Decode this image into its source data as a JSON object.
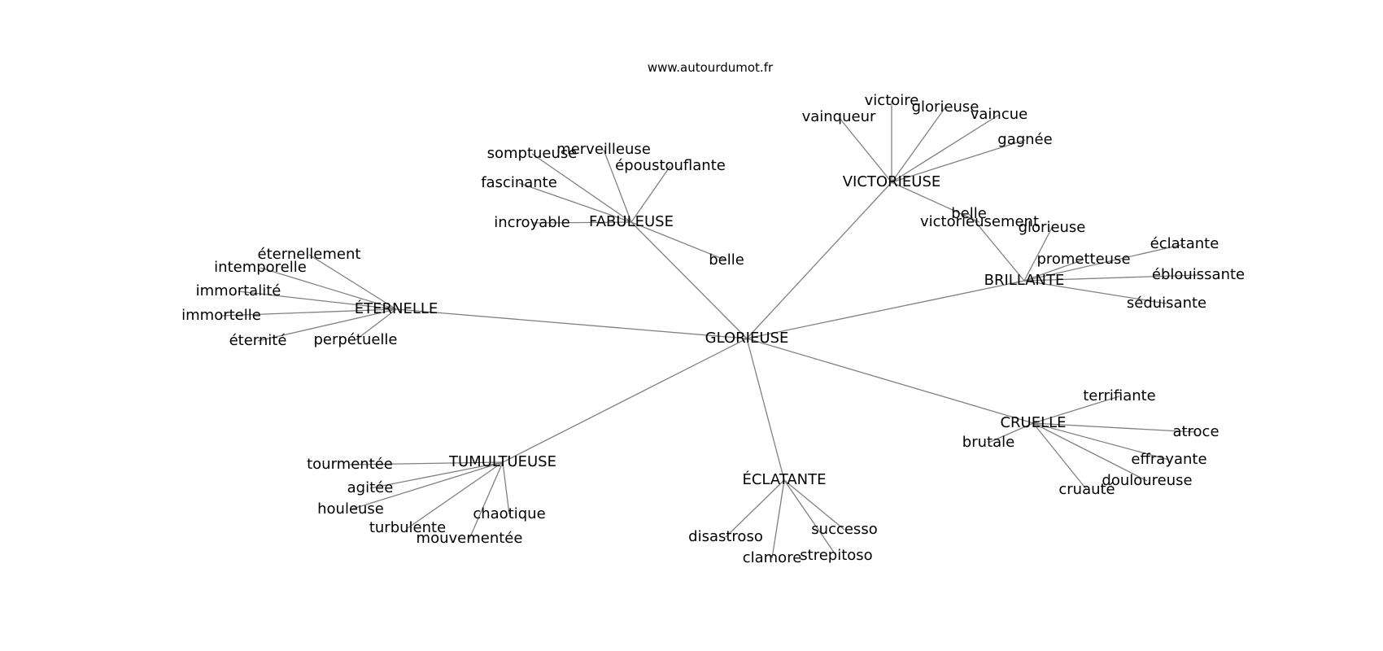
{
  "source_text": "www.autourdumot.fr",
  "root": "GLORIEUSE",
  "clusters": [
    {
      "label": "ÉTERNELLE",
      "words": [
        "éternellement",
        "intemporelle",
        "immortalité",
        "immortelle",
        "éternité",
        "perpétuelle"
      ]
    },
    {
      "label": "FABULEUSE",
      "words": [
        "somptueuse",
        "merveilleuse",
        "époustouflante",
        "fascinante",
        "incroyable",
        "belle"
      ]
    },
    {
      "label": "VICTORIEUSE",
      "words": [
        "vainqueur",
        "victoire",
        "glorieuse",
        "vaincue",
        "gagnée",
        "victorieusement"
      ]
    },
    {
      "label": "BRILLANTE",
      "words": [
        "belle",
        "glorieuse",
        "éclatante",
        "prometteuse",
        "éblouissante",
        "séduisante"
      ]
    },
    {
      "label": "CRUELLE",
      "words": [
        "terrifiante",
        "atroce",
        "brutale",
        "effrayante",
        "douloureuse",
        "cruauté"
      ]
    },
    {
      "label": "ÉCLATANTE",
      "words": [
        "disastroso",
        "successo",
        "clamore",
        "strepitoso"
      ]
    },
    {
      "label": "TUMULTUEUSE",
      "words": [
        "tourmentée",
        "agitée",
        "houleuse",
        "chaotique",
        "turbulente",
        "mouvementée"
      ]
    }
  ]
}
